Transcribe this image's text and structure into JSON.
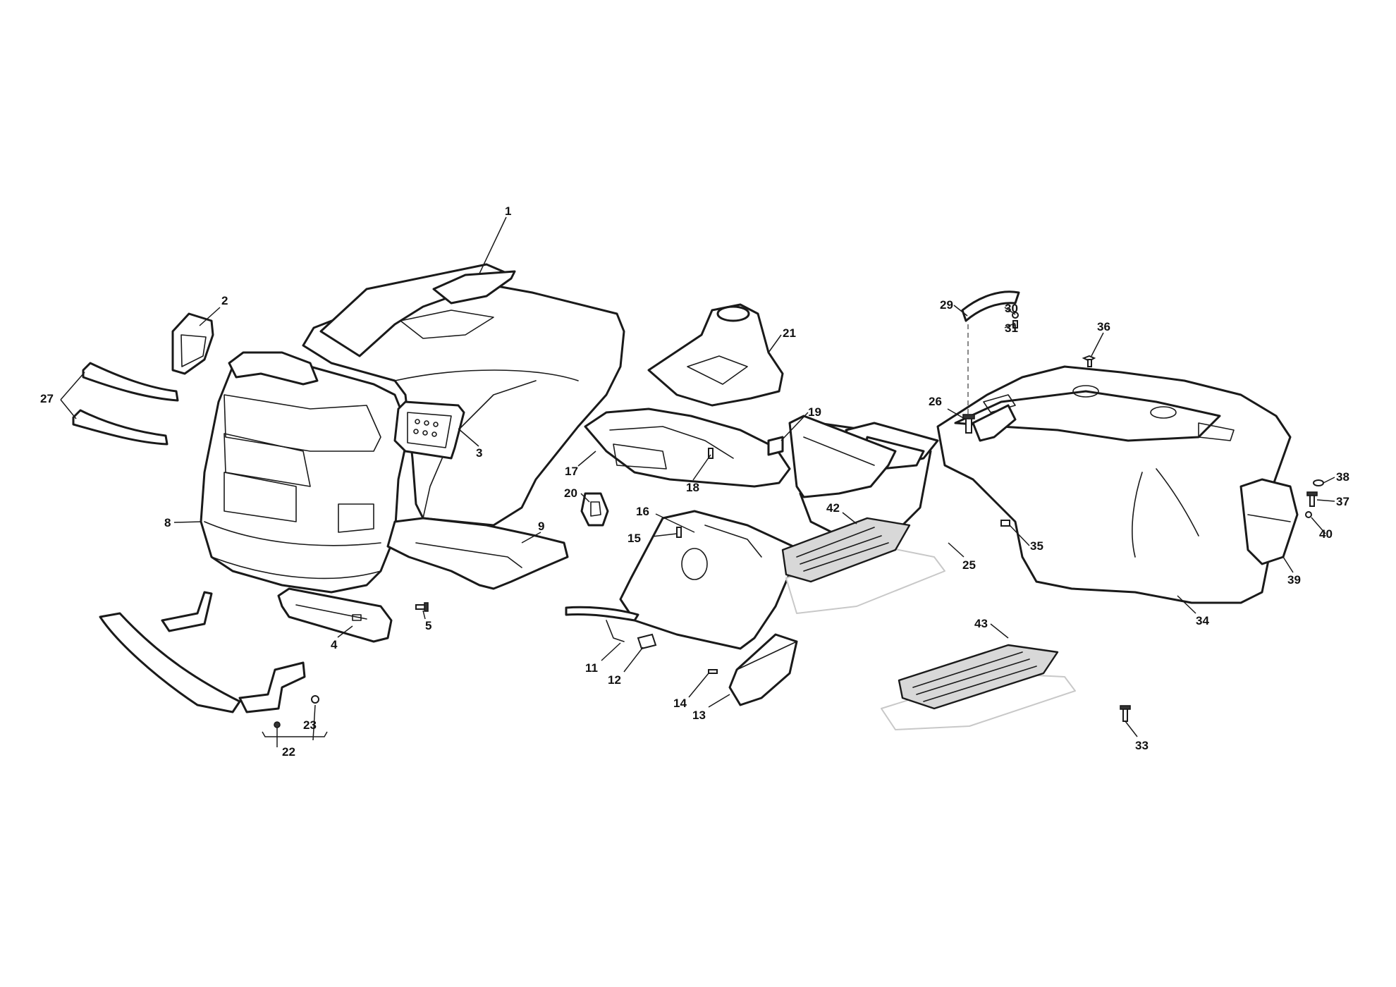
{
  "diagram": {
    "callouts": [
      {
        "id": "c1",
        "text": "1"
      },
      {
        "id": "c2",
        "text": "2"
      },
      {
        "id": "c3",
        "text": "3"
      },
      {
        "id": "c4",
        "text": "4"
      },
      {
        "id": "c5",
        "text": "5"
      },
      {
        "id": "c8",
        "text": "8"
      },
      {
        "id": "c9",
        "text": "9"
      },
      {
        "id": "c11",
        "text": "11"
      },
      {
        "id": "c12",
        "text": "12"
      },
      {
        "id": "c13",
        "text": "13"
      },
      {
        "id": "c14",
        "text": "14"
      },
      {
        "id": "c15",
        "text": "15"
      },
      {
        "id": "c16",
        "text": "16"
      },
      {
        "id": "c17",
        "text": "17"
      },
      {
        "id": "c18",
        "text": "18"
      },
      {
        "id": "c19",
        "text": "19"
      },
      {
        "id": "c20",
        "text": "20"
      },
      {
        "id": "c21",
        "text": "21"
      },
      {
        "id": "c22",
        "text": "22"
      },
      {
        "id": "c23",
        "text": "23"
      },
      {
        "id": "c25",
        "text": "25"
      },
      {
        "id": "c26",
        "text": "26"
      },
      {
        "id": "c27",
        "text": "27"
      },
      {
        "id": "c29",
        "text": "29"
      },
      {
        "id": "c30",
        "text": "30"
      },
      {
        "id": "c31",
        "text": "31"
      },
      {
        "id": "c33",
        "text": "33"
      },
      {
        "id": "c34",
        "text": "34"
      },
      {
        "id": "c35",
        "text": "35"
      },
      {
        "id": "c36",
        "text": "36"
      },
      {
        "id": "c37",
        "text": "37"
      },
      {
        "id": "c38",
        "text": "38"
      },
      {
        "id": "c39",
        "text": "39"
      },
      {
        "id": "c40",
        "text": "40"
      },
      {
        "id": "c42",
        "text": "42"
      },
      {
        "id": "c43",
        "text": "43"
      }
    ]
  }
}
